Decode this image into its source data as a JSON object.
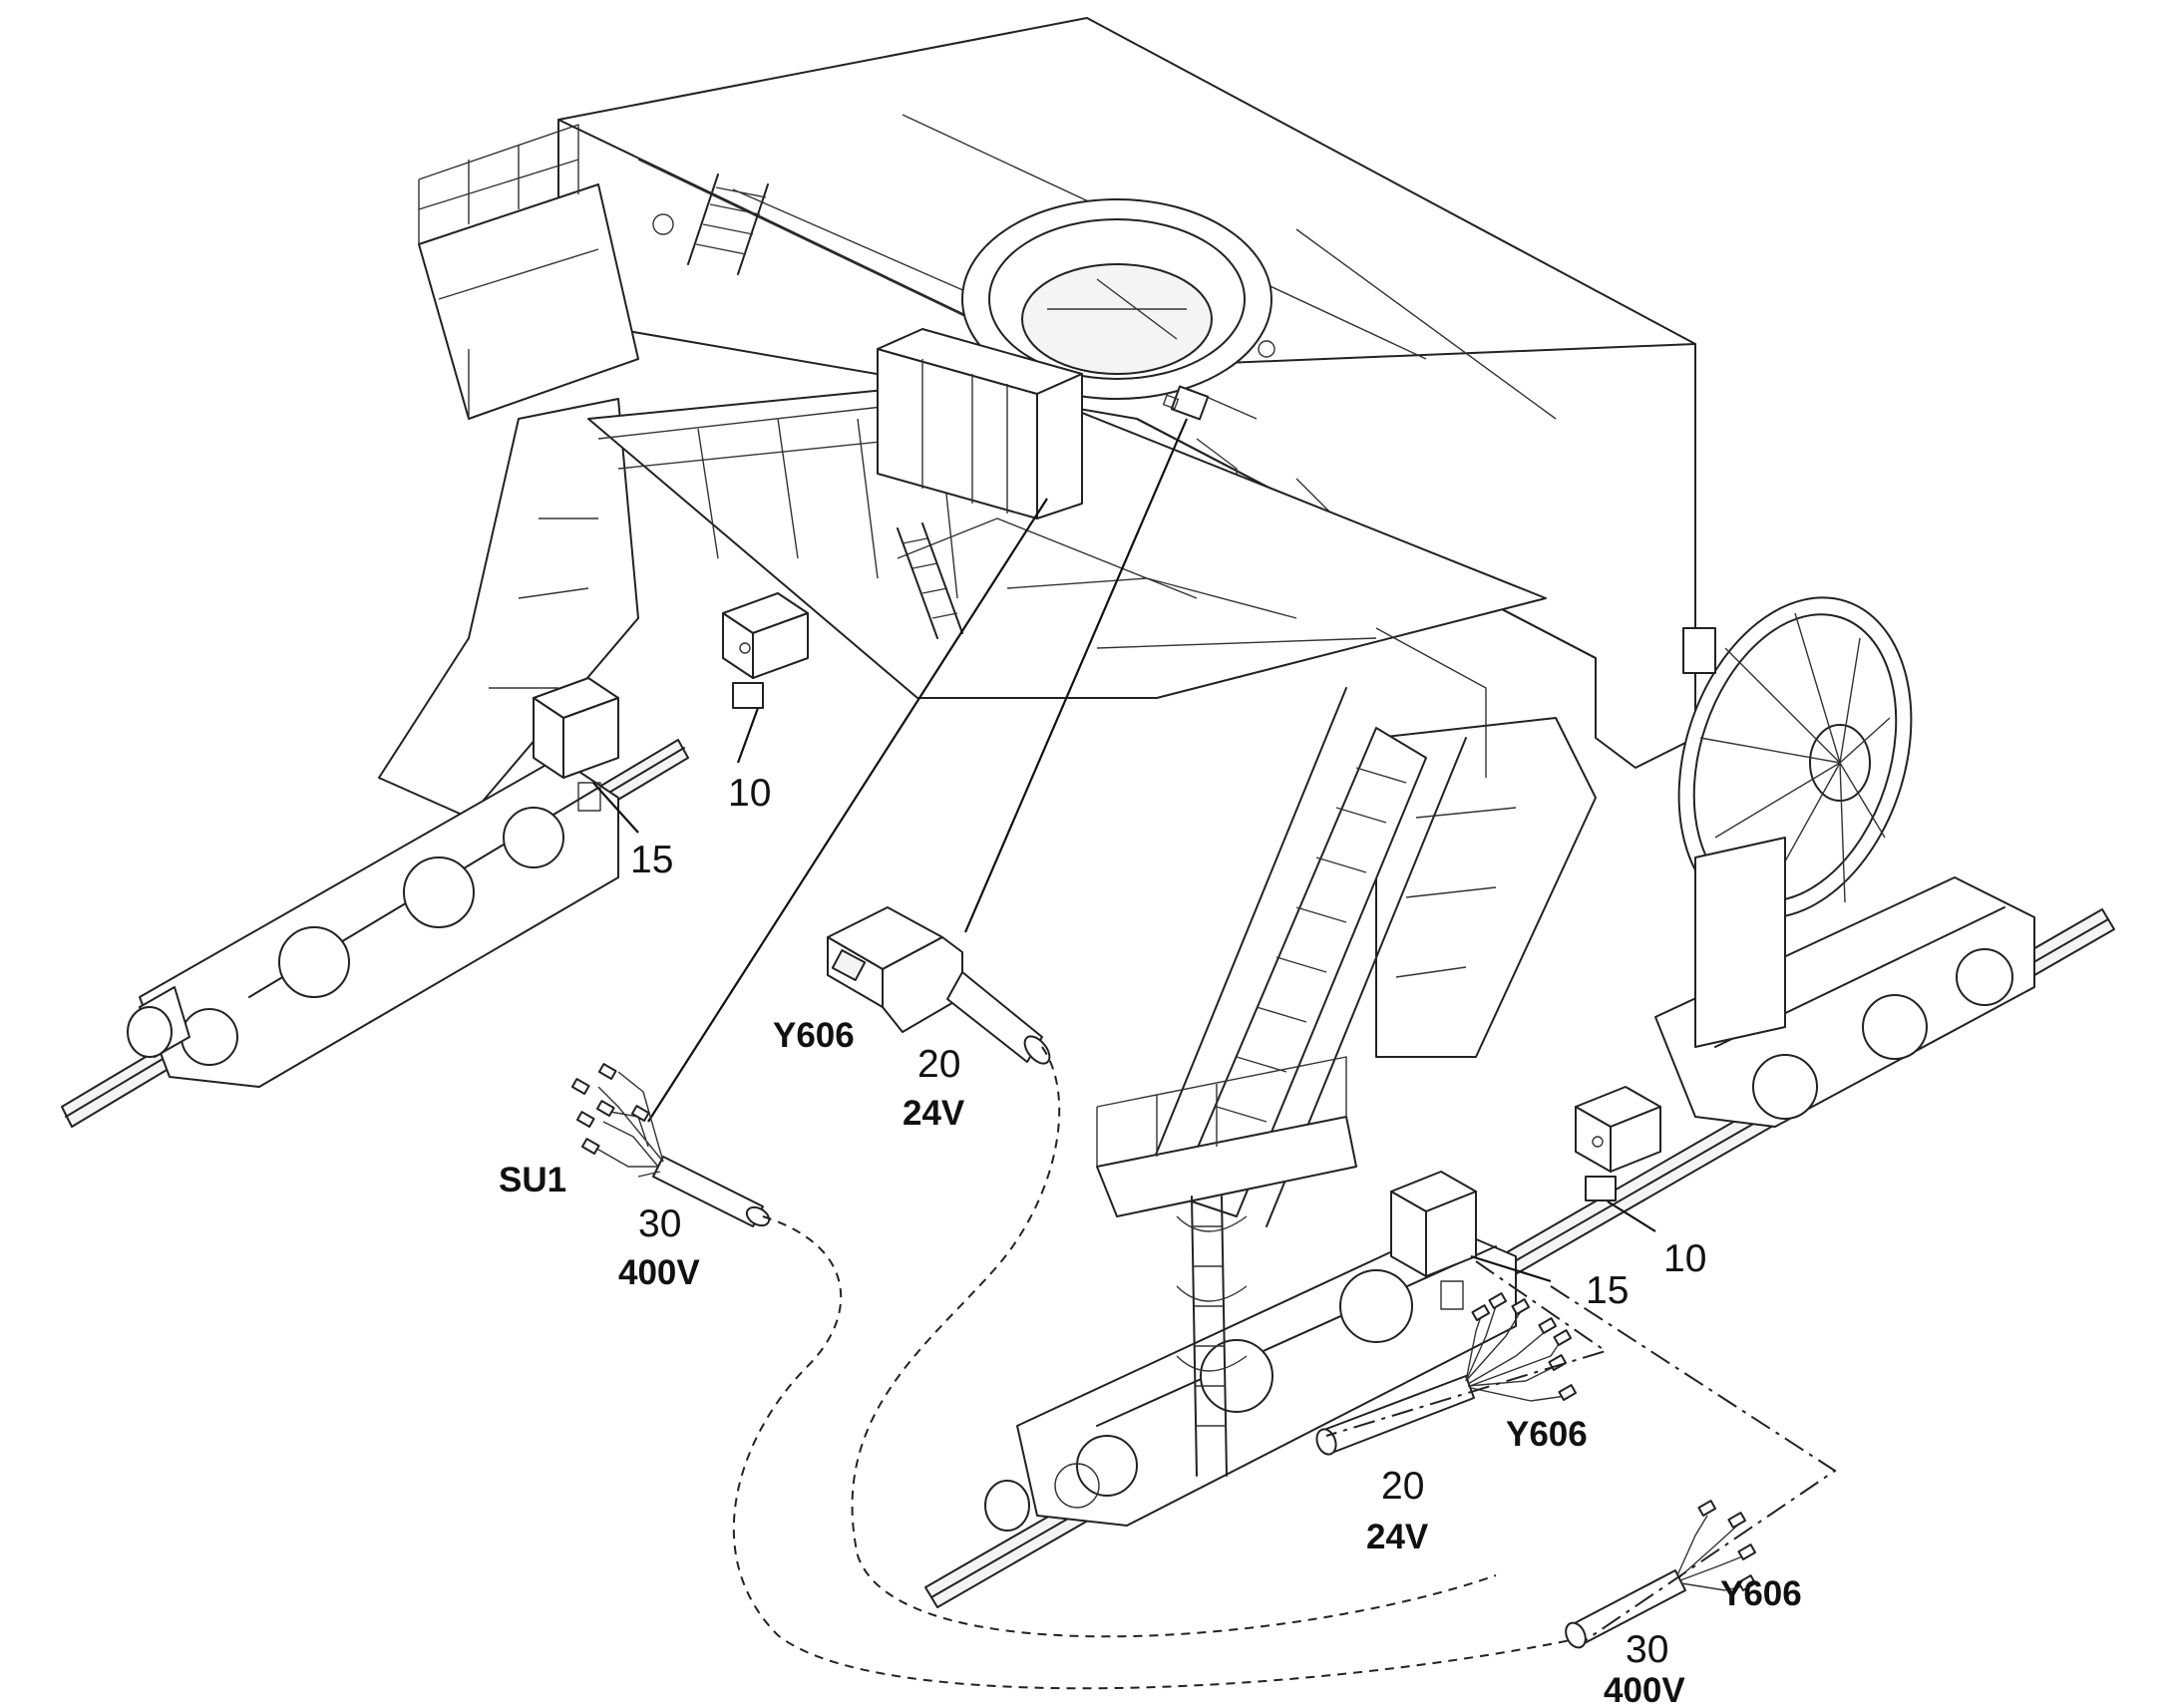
{
  "labels": {
    "jb_left_10": "10",
    "jb_left_15": "15",
    "jb_right_10": "10",
    "jb_right_15": "15",
    "plug_ref": "Y606",
    "plug_item": "20",
    "plug_voltage": "24V",
    "su1_ref": "SU1",
    "su1_item": "30",
    "su1_voltage": "400V",
    "cable20_ref": "Y606",
    "cable20_item": "20",
    "cable20_voltage": "24V",
    "cable30_ref": "Y606",
    "cable30_item": "30",
    "cable30_voltage": "400V"
  },
  "icons": {
    "machine": "gantry-crane-machine-icon",
    "cable_reel": "cable-reel-icon",
    "plug": "connector-plug-icon",
    "cable_end": "cable-stripped-end-icon",
    "junction_box": "junction-box-icon"
  }
}
